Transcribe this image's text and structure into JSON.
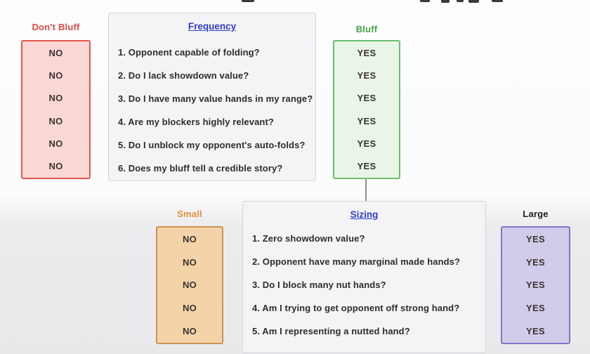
{
  "colors": {
    "dont_bluff_accent": "#e04843",
    "bluff_accent": "#44a349",
    "frequency_accent": "#2e3ccc",
    "sizing_accent": "#2e3ccc",
    "small_accent": "#e0913e",
    "large_accent": "#1f1f1f",
    "no_box_fill": "#f9d7d5",
    "yes_box_fill": "#e9f6e7",
    "small_box_fill": "#f4d3a8",
    "large_box_fill": "#d2cceb"
  },
  "top_section": {
    "dont_bluff": {
      "title": "Don't Bluff",
      "values": [
        "NO",
        "NO",
        "NO",
        "NO",
        "NO",
        "NO"
      ]
    },
    "frequency": {
      "title": "Frequency",
      "items": [
        "1. Opponent capable of folding?",
        "2. Do I lack showdown value?",
        "3. Do I have many value hands in my range?",
        "4. Are my blockers highly relevant?",
        "5. Do I unblock my opponent's auto-folds?",
        "6. Does my bluff tell a credible story?"
      ]
    },
    "bluff": {
      "title": "Bluff",
      "values": [
        "YES",
        "YES",
        "YES",
        "YES",
        "YES",
        "YES"
      ]
    }
  },
  "bottom_section": {
    "small": {
      "title": "Small",
      "values": [
        "NO",
        "NO",
        "NO",
        "NO",
        "NO"
      ]
    },
    "sizing": {
      "title": "Sizing",
      "items": [
        "1. Zero showdown value?",
        "2. Opponent have many marginal made hands?",
        "3. Do I block many nut hands?",
        "4. Am I trying to get opponent off strong hand?",
        "5. Am I representing a nutted hand?"
      ]
    },
    "large": {
      "title": "Large",
      "values": [
        "YES",
        "YES",
        "YES",
        "YES",
        "YES"
      ]
    }
  }
}
